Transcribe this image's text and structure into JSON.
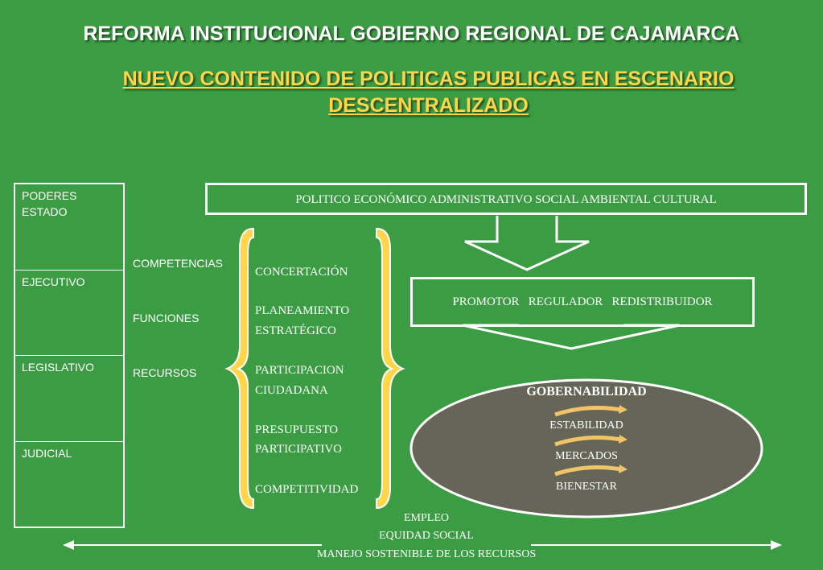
{
  "header": {
    "title": "REFORMA INSTITUCIONAL GOBIERNO REGIONAL DE CAJAMARCA",
    "subtitle_line1": "NUEVO CONTENIDO DE  POLITICAS PUBLICAS EN ESCENARIO",
    "subtitle_line2": "DESCENTRALIZADO"
  },
  "powers": [
    "PODERES ESTADO",
    "EJECUTIVO",
    "LEGISLATIVO",
    "JUDICIAL"
  ],
  "side_labels": [
    "COMPETENCIAS",
    "FUNCIONES",
    "RECURSOS"
  ],
  "middle_items": [
    "CONCERTACIÓN",
    "PLANEAMIENTO",
    "ESTRATÉGICO",
    "PARTICIPACION",
    "CIUDADANA",
    "PRESUPUESTO",
    "PARTICIPATIVO",
    "COMPETITIVIDAD"
  ],
  "top_box": "POLITICO ECONÓMICO ADMINISTRATIVO SOCIAL AMBIENTAL CULTURAL",
  "role_box": "PROMOTOR   REGULADOR   REDISTRIBUIDOR",
  "ellipse": {
    "heading": "GOBERNABILIDAD",
    "items": [
      "ESTABILIDAD",
      "MERCADOS",
      "BIENESTAR"
    ]
  },
  "bottom": [
    "EMPLEO",
    "EQUIDAD SOCIAL",
    "MANEJO SOSTENIBLE DE LOS RECURSOS"
  ],
  "colors": {
    "background": "#3c9c44",
    "accent": "#ffd54a",
    "ellipse_fill": "#666658"
  }
}
